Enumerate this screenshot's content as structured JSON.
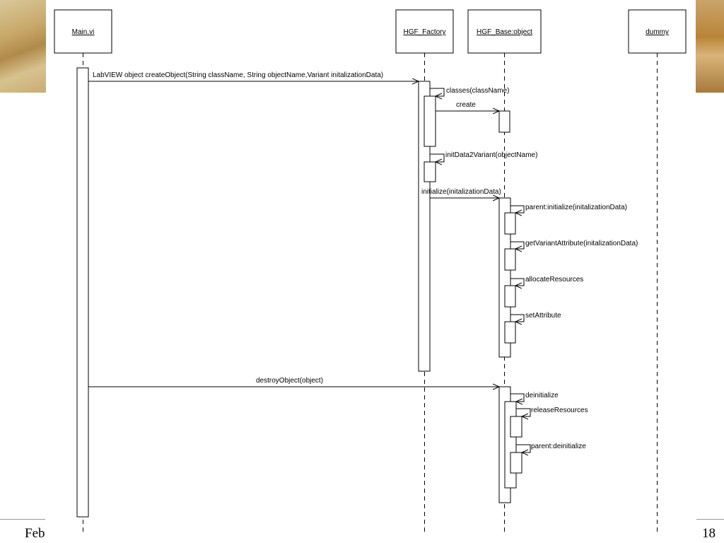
{
  "footer": {
    "left_text": "Feb",
    "page_number": "18"
  },
  "lifelines": [
    {
      "id": "main",
      "label": "Main.vi"
    },
    {
      "id": "factory",
      "label": "HGF_Factory"
    },
    {
      "id": "base",
      "label": "HGF_Base:object"
    },
    {
      "id": "dummy",
      "label": "dummy"
    }
  ],
  "messages": [
    {
      "id": "m1",
      "label": "LabVIEW object createObject(String className, String objectName,Variant initalizationData)"
    },
    {
      "id": "m2",
      "label": "classes(className)"
    },
    {
      "id": "m3",
      "label": "create"
    },
    {
      "id": "m4",
      "label": "initData2Variant(objectName)"
    },
    {
      "id": "m5",
      "label": "initialize(initalizationData)"
    },
    {
      "id": "m6",
      "label": "parent:initialize(initalizationData)"
    },
    {
      "id": "m7",
      "label": "getVariantAttribute(initalizationData)"
    },
    {
      "id": "m8",
      "label": "allocateResources"
    },
    {
      "id": "m9",
      "label": "setAttribute"
    },
    {
      "id": "m10",
      "label": "destroyObject(object)"
    },
    {
      "id": "m11",
      "label": "deinitialize"
    },
    {
      "id": "m12",
      "label": "releaseResources"
    },
    {
      "id": "m13",
      "label": "parent:deinitialize"
    }
  ]
}
